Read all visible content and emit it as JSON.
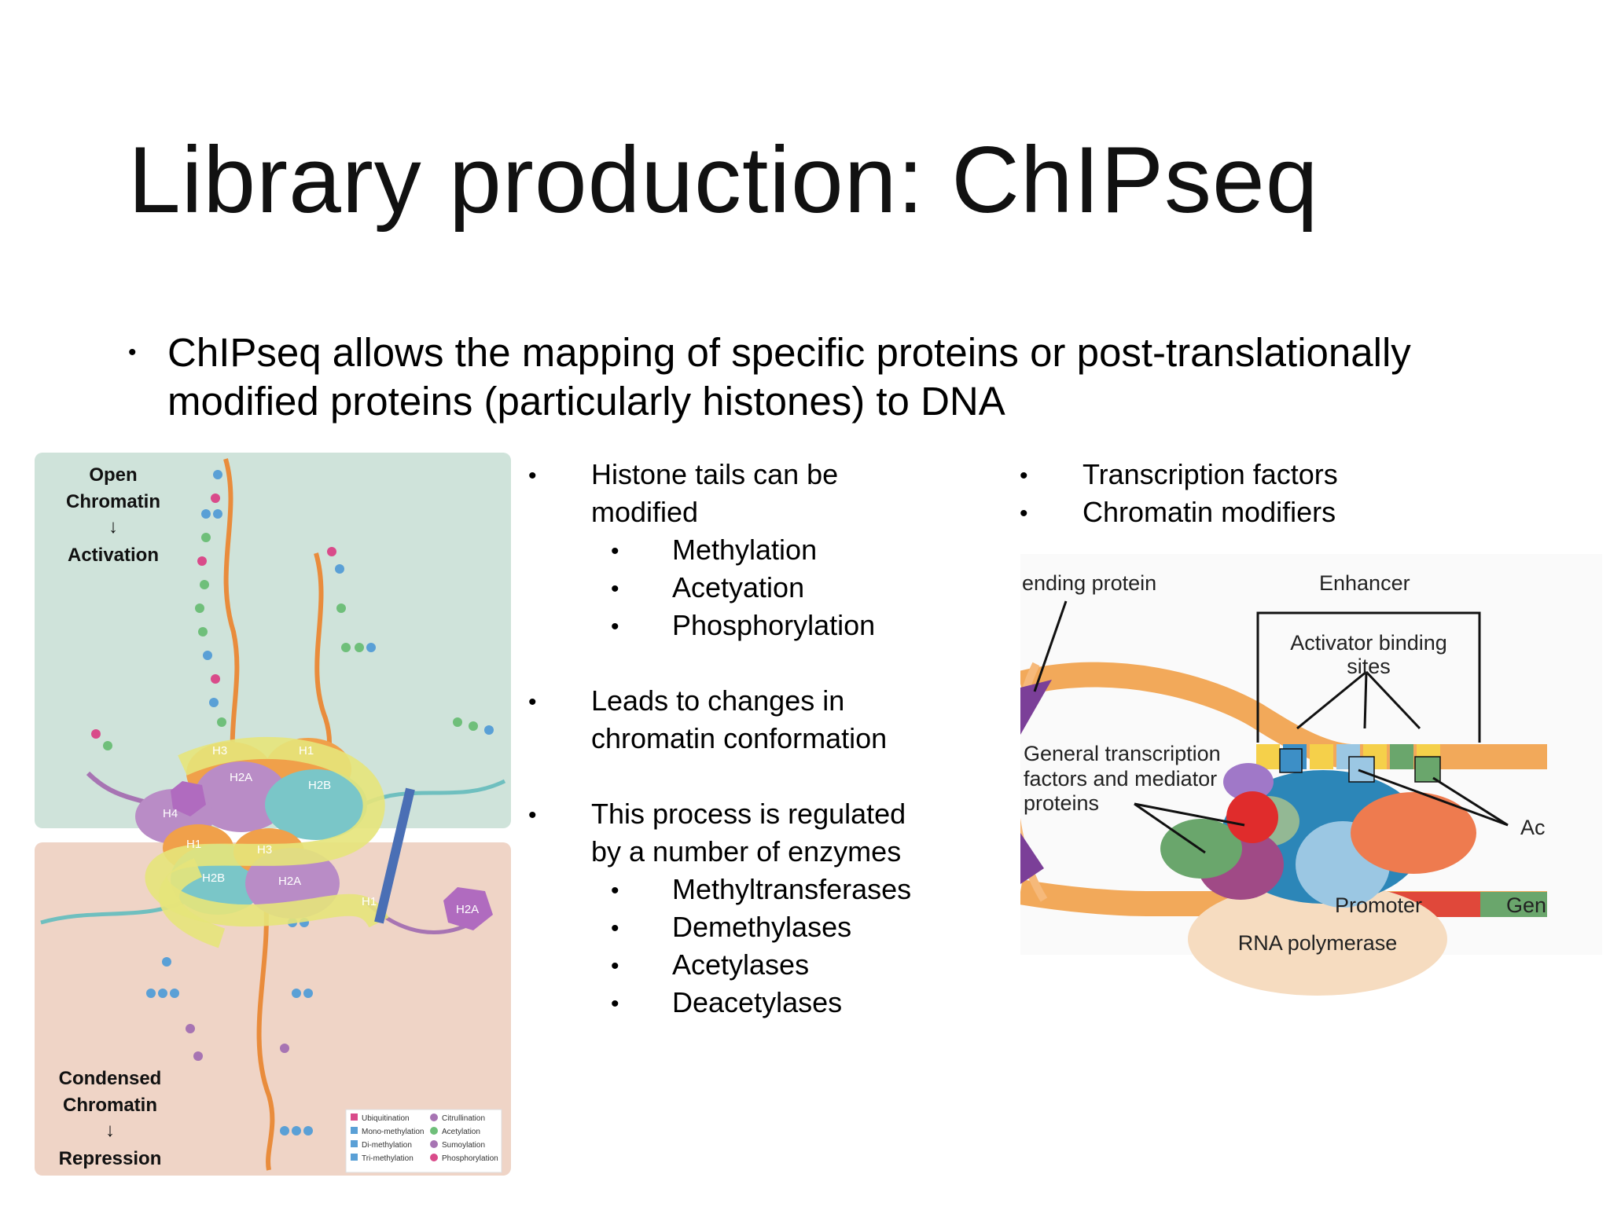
{
  "slide": {
    "title": "Library production: ChIPseq",
    "main_bullet": "ChIPseq allows the mapping of specific proteins or post-translationally modified proteins (particularly histones) to DNA"
  },
  "middle_column": {
    "bullet1_line1": "Histone tails can be",
    "bullet1_line2": "modified",
    "sub1": [
      "Methylation",
      "Acetyation",
      "Phosphorylation"
    ],
    "bullet2_line1": "Leads to changes in",
    "bullet2_line2": "chromatin conformation",
    "bullet3_line1": "This process is regulated",
    "bullet3_line2": "by a number of enzymes",
    "sub3": [
      "Methyltransferases",
      "Demethylases",
      "Acetylases",
      "Deacetylases"
    ]
  },
  "right_column": {
    "items": [
      "Transcription factors",
      "Chromatin modifiers"
    ]
  },
  "histone_figure": {
    "open_label": [
      "Open",
      "Chromatin",
      "↓",
      "Activation"
    ],
    "condensed_label": [
      "Condensed",
      "Chromatin",
      "↓",
      "Repression"
    ],
    "histones": [
      "H3",
      "H2A",
      "H1",
      "H2B",
      "H4",
      "H1",
      "H3",
      "H2B",
      "H2A",
      "H1",
      "H2A"
    ],
    "legend": [
      "Ubiquitination",
      "Mono-methylation",
      "Di-methylation",
      "Tri-methylation",
      "Citrullination",
      "Acetylation",
      "Sumoylation",
      "Phosphorylation"
    ]
  },
  "tf_figure": {
    "bending_protein": "ending protein",
    "enhancer": "Enhancer",
    "activator_sites_1": "Activator binding",
    "activator_sites_2": "sites",
    "gtf_1": "General transcription",
    "gtf_2": "factors and mediator",
    "gtf_3": "proteins",
    "activators": "Ac",
    "promoter": "Promoter",
    "gene": "Gen",
    "rna_pol": "RNA polymerase"
  },
  "colors": {
    "open_bg": "#cfe3da",
    "condensed_bg": "#efd4c6",
    "histone_tail": "#e98c3c",
    "dna_orange": "#f2a95a",
    "promoter_red": "#e0483a",
    "gene_green": "#6aa66c",
    "rna_pol": "#f6dcc0"
  }
}
